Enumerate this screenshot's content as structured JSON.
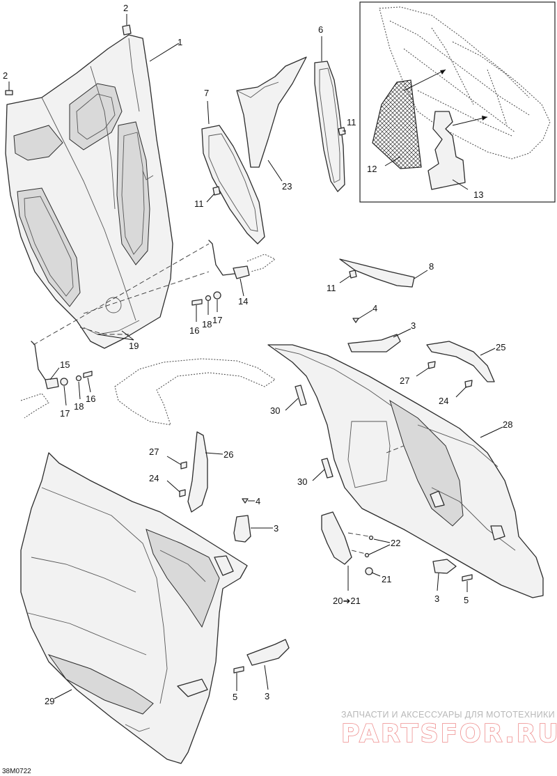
{
  "diagram_code": "38M0722",
  "watermark": {
    "caption": "ЗАПЧАСТИ И АКСЕССУАРЫ ДЛЯ МОТОТЕХНИКИ",
    "brand": "PARTSFOR.RU"
  },
  "callouts": {
    "c1": "1",
    "c2a": "2",
    "c2b": "2",
    "c3a": "3",
    "c3b": "3",
    "c3c": "3",
    "c3d": "3",
    "c4a": "4",
    "c4b": "4",
    "c5a": "5",
    "c5b": "5",
    "c6": "6",
    "c7": "7",
    "c8": "8",
    "c11a": "11",
    "c11b": "11",
    "c11c": "11",
    "c12": "12",
    "c13": "13",
    "c14": "14",
    "c15": "15",
    "c16a": "16",
    "c16b": "16",
    "c17a": "17",
    "c17b": "17",
    "c18a": "18",
    "c18b": "18",
    "c19": "19",
    "c20": "20➔21",
    "c21": "21",
    "c22": "22",
    "c23": "23",
    "c24a": "24",
    "c24b": "24",
    "c25": "25",
    "c26": "26",
    "c27a": "27",
    "c27b": "27",
    "c28": "28",
    "c29": "29",
    "c30a": "30",
    "c30b": "30"
  }
}
